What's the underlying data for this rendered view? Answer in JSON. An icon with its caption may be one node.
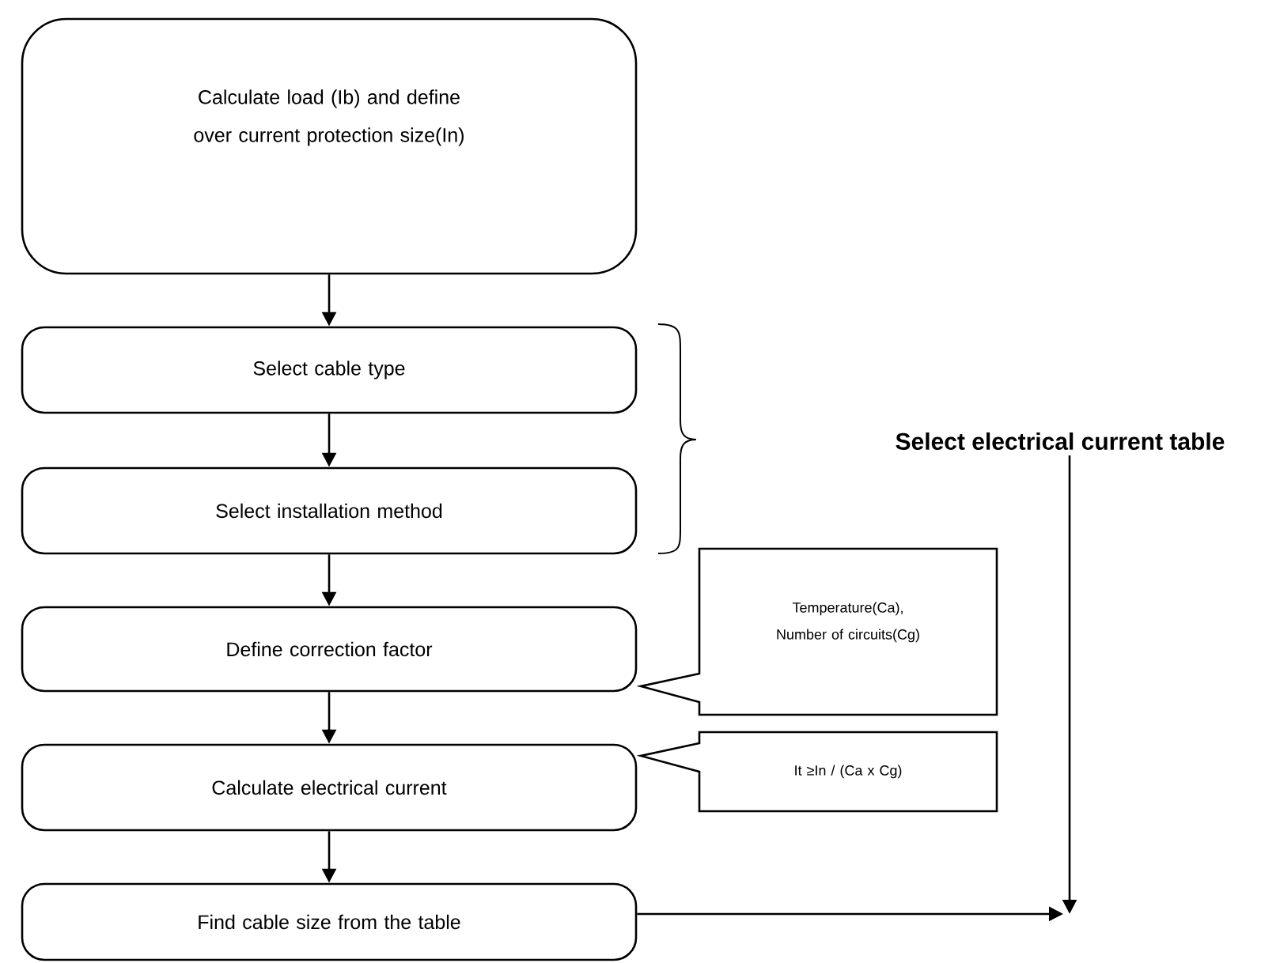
{
  "diagram": {
    "nodes": [
      {
        "text": [
          "Calculate load (Ib) and define over current protection size(In)"
        ]
      },
      {
        "text": [
          "Select cable type"
        ]
      },
      {
        "text": [
          "Select installation method"
        ]
      },
      {
        "text": [
          "Define correction factor"
        ]
      },
      {
        "text": [
          "Calculate electrical current"
        ]
      },
      {
        "text": [
          "Find cable size from the table"
        ]
      },
      {
        "text": [
          "Temperature(Ca), Number of circuits(Cg)"
        ]
      },
      {
        "text": [
          "It ≥In / (Ca x Cg)"
        ]
      },
      {
        "text": [
          "Select electrical current table"
        ]
      }
    ],
    "edges": [
      {
        "from": 0,
        "to": 1,
        "arrow": "to"
      },
      {
        "from": 1,
        "to": 2,
        "arrow": "to"
      },
      {
        "from": 2,
        "to": 3,
        "arrow": "to"
      },
      {
        "from": 3,
        "to": 4,
        "arrow": "to"
      },
      {
        "from": 4,
        "to": 5,
        "arrow": "to"
      },
      {
        "from": 5,
        "to": null,
        "arrow": "to"
      },
      {
        "from": 8,
        "to": null,
        "arrow": "to"
      }
    ]
  }
}
